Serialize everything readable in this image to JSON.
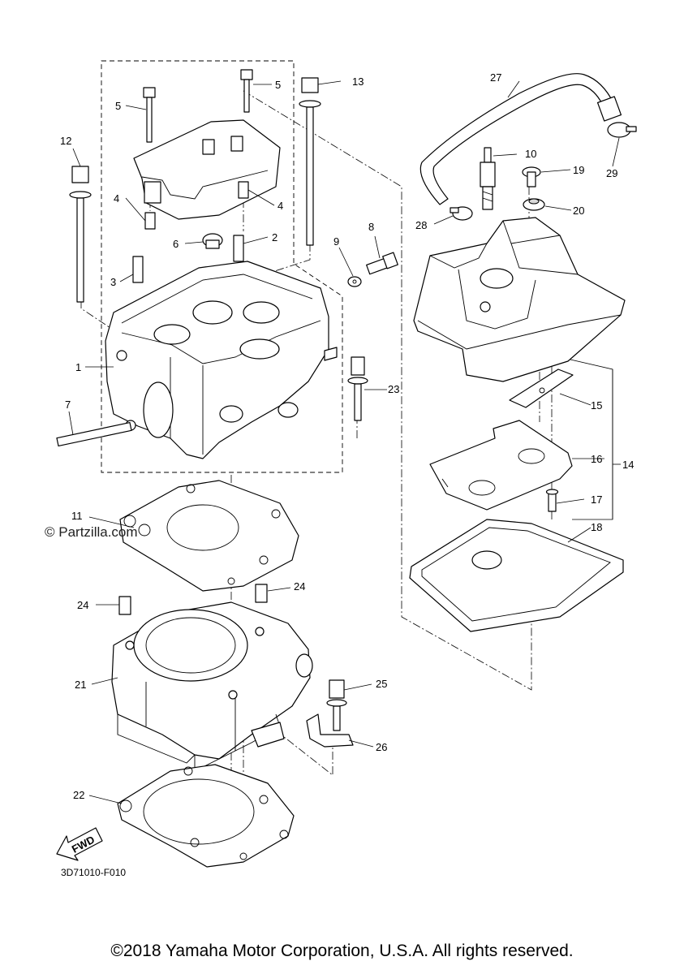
{
  "watermark": "© Partzilla.com",
  "diagram_code": "3D71010-F010",
  "copyright": "©2018 Yamaha Motor Corporation, U.S.A. All rights reserved.",
  "fwd_label": "FWD",
  "callouts": {
    "c1": "1",
    "c2": "2",
    "c3": "3",
    "c4a": "4",
    "c4b": "4",
    "c5a": "5",
    "c5b": "5",
    "c6": "6",
    "c7": "7",
    "c8": "8",
    "c9": "9",
    "c10": "10",
    "c11": "11",
    "c12": "12",
    "c13": "13",
    "c14": "14",
    "c15": "15",
    "c16": "16",
    "c17": "17",
    "c18": "18",
    "c19": "19",
    "c20": "20",
    "c21": "21",
    "c22": "22",
    "c23": "23",
    "c24a": "24",
    "c24b": "24",
    "c25": "25",
    "c26": "26",
    "c27": "27",
    "c28": "28",
    "c29": "29"
  }
}
